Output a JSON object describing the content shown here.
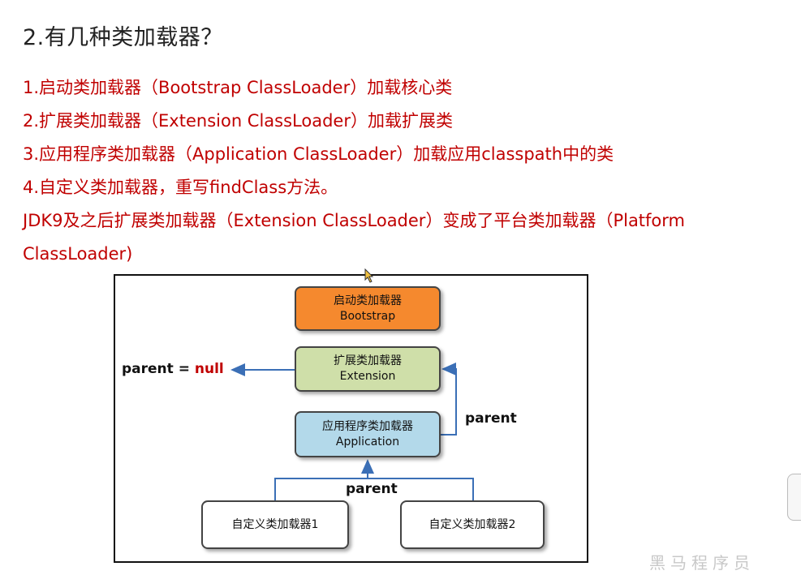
{
  "slide": {
    "title": "2.有几种类加载器？",
    "items": [
      "1.启动类加载器（Bootstrap ClassLoader）加载核心类",
      "2.扩展类加载器（Extension ClassLoader）加载扩展类",
      "3.应用程序类加载器（Application ClassLoader）加载应用classpath中的类",
      "4.自定义类加载器，重写findClass方法。",
      "JDK9及之后扩展类加载器（Extension ClassLoader）变成了平台类加载器（Platform",
      "ClassLoader)"
    ]
  },
  "diagram": {
    "bootstrap": {
      "name_cn": "启动类加载器",
      "name_en": "Bootstrap",
      "color": "#f5892e"
    },
    "extension": {
      "name_cn": "扩展类加载器",
      "name_en": "Extension",
      "color": "#cfdfa9"
    },
    "application": {
      "name_cn": "应用程序类加载器",
      "name_en": "Application",
      "color": "#b3d9ea"
    },
    "custom1": "自定义类加载器1",
    "custom2": "自定义类加载器2",
    "parent_null_left": "parent = ",
    "parent_null_value": "null",
    "parent_label_right": "parent",
    "parent_label_bottom": "parent"
  },
  "watermark": "黑马程序员",
  "colors": {
    "accent_red": "#c00000",
    "arrow_blue": "#3b6fb6"
  }
}
